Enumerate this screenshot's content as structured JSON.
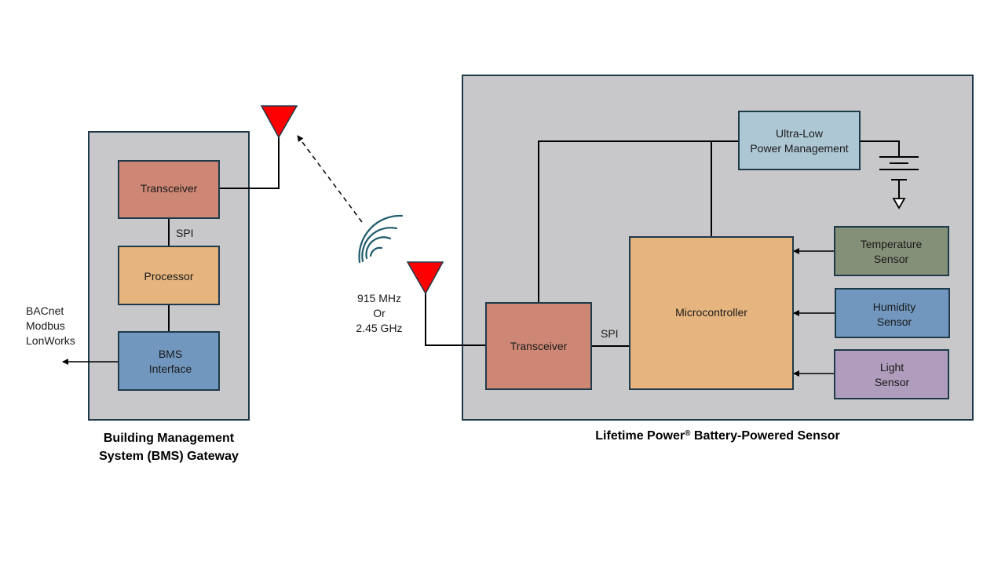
{
  "gateway": {
    "caption_line1": "Building Management",
    "caption_line2": "System (BMS) Gateway",
    "transceiver": "Transceiver",
    "spi": "SPI",
    "processor": "Processor",
    "bms_line1": "BMS",
    "bms_line2": "Interface",
    "protocols": [
      "BACnet",
      "Modbus",
      "LonWorks"
    ]
  },
  "radio": {
    "freq_line1": "915 MHz",
    "freq_line2": "Or",
    "freq_line3": "2.45 GHz"
  },
  "sensor": {
    "caption_pre": "Lifetime Power",
    "caption_mark": "®",
    "caption_post": " Battery-Powered Sensor",
    "power_line1": "Ultra-Low",
    "power_line2": "Power Management",
    "transceiver": "Transceiver",
    "spi": "SPI",
    "microcontroller": "Microcontroller",
    "temp_line1": "Temperature",
    "temp_line2": "Sensor",
    "humidity_line1": "Humidity",
    "humidity_line2": "Sensor",
    "light_line1": "Light",
    "light_line2": "Sensor"
  },
  "colors": {
    "panel": "#c8c8ca",
    "border": "#1f3a4a",
    "transceiver": "#cf8775",
    "processor": "#e6b47e",
    "bms": "#7197bf",
    "power": "#adc7d4",
    "temperature": "#859079",
    "humidity": "#7197bf",
    "light": "#b09cbc",
    "antenna": "#ff0000",
    "waves": "#1e5b6b"
  }
}
